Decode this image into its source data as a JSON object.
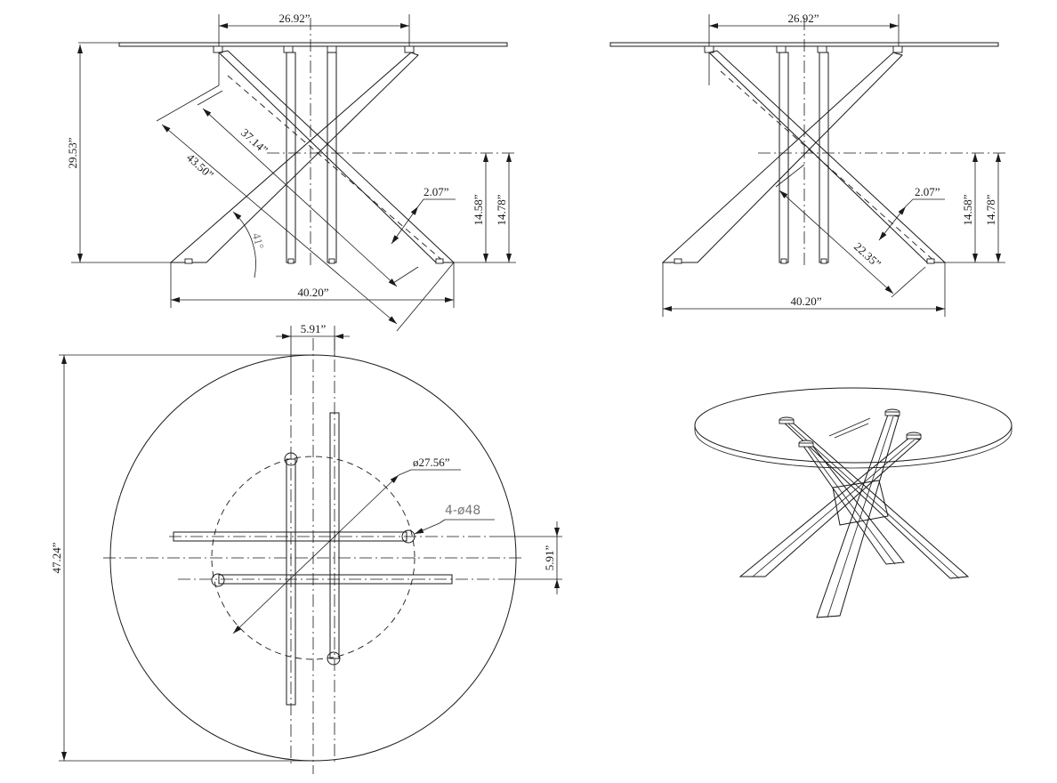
{
  "views": {
    "front": {
      "top_width": "26.92”",
      "height": "29.53”",
      "leg_length_inner": "37.14”",
      "leg_length_outer": "43.50”",
      "leg_width": "2.07”",
      "cross_height_a": "14.58”",
      "cross_height_b": "14.78”",
      "leg_angle": "41°",
      "base_width": "40.20”"
    },
    "side": {
      "top_width": "26.92”",
      "leg_width": "2.07”",
      "cross_height_a": "14.58”",
      "cross_height_b": "14.78”",
      "leg_length": "22.35”",
      "base_width": "40.20”"
    },
    "top": {
      "glass_diameter": "47.24”",
      "leg_spacing_x": "5.91”",
      "leg_spacing_y": "5.91”",
      "pcd": "ø27.56”",
      "holes": "4-ø48"
    }
  }
}
